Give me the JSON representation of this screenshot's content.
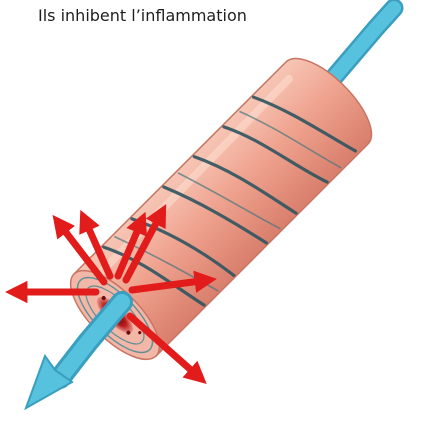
{
  "caption": "Ils inhibent l’inflammation",
  "colors": {
    "nerve": "#56c2de",
    "nerve_outline": "#3a9ec0",
    "tissue": "#efa38f",
    "tissue_light": "#f7c6b6",
    "tissue_shadow": "#d97e6c",
    "bands": "#2f5560",
    "core": "#c11a1a",
    "arrows": "#e21b1b"
  },
  "icons": {
    "arrow": "outward-red-arrow",
    "cylinder": "muscle-cylinder"
  }
}
